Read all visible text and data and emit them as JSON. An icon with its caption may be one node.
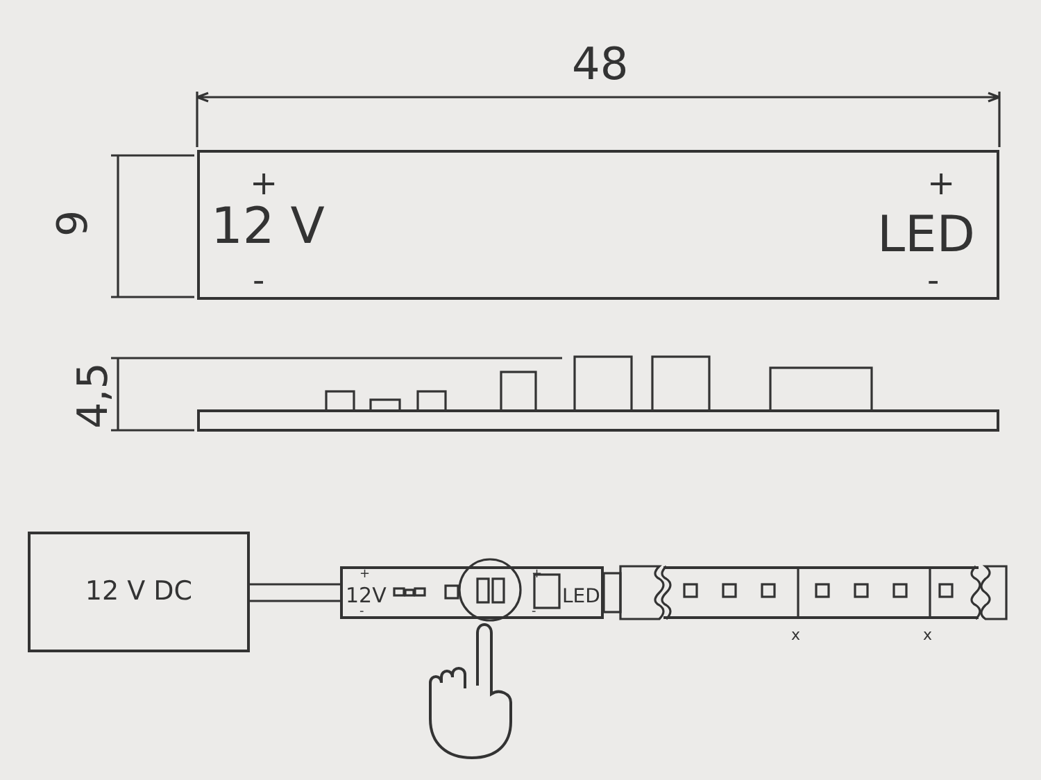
{
  "diagram": {
    "nodes": [
      {
        "text": [
          "+",
          "12 V",
          "-",
          "+",
          "LED",
          "-"
        ]
      },
      {
        "text": [],
        "shape": "bar"
      },
      {
        "text": [
          "12 V DC"
        ]
      },
      {
        "text": [
          "+",
          "12V",
          "-",
          "+",
          "LED",
          "-"
        ]
      },
      {
        "text": [],
        "shape": "bar"
      }
    ],
    "edges": [
      {
        "from": 2,
        "to": 3,
        "arrow": "none"
      }
    ],
    "labels": [
      "48",
      "9",
      "4,5",
      "x",
      "x"
    ]
  }
}
